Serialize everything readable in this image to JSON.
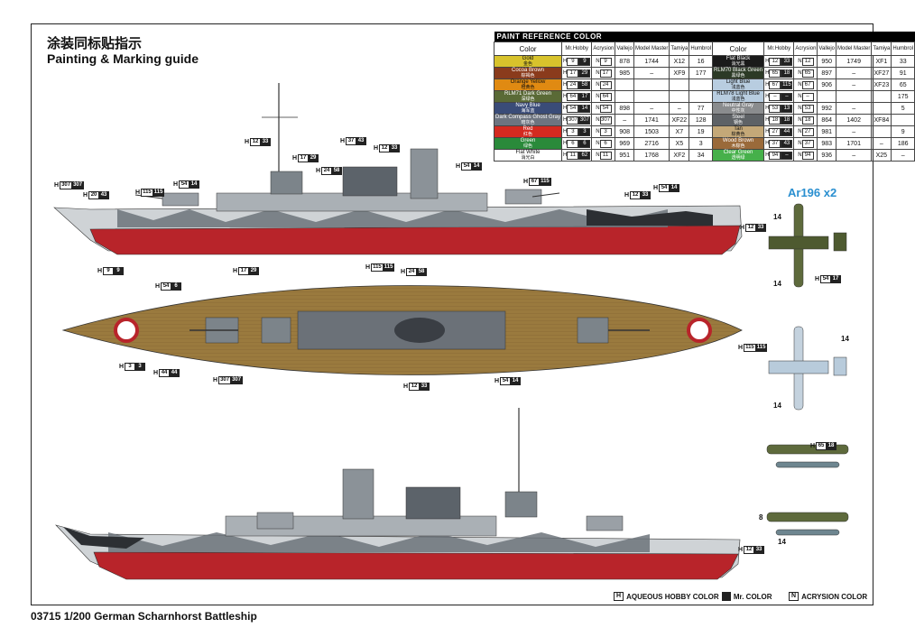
{
  "header": {
    "title_cn": "涂装同标贴指示",
    "title_en": "Painting & Marking guide"
  },
  "footer": {
    "title": "03715 1/200 German Scharnhorst Battleship",
    "legend": [
      {
        "key": "H",
        "label": "AQUEOUS HOBBY COLOR"
      },
      {
        "key": "",
        "label": "Mr. COLOR"
      },
      {
        "key": "N",
        "label": "ACRYSION COLOR"
      }
    ]
  },
  "paint_table": {
    "title": "PAINT  REFERENCE COLOR",
    "columns": [
      "Color",
      "Mr.Hobby",
      "Acrysion",
      "Vallejo",
      "Model Master",
      "Tamiya",
      "Humbrol"
    ],
    "colors": {
      "gold": "#d8c32c",
      "cocoa": "#8a3b1c",
      "orange": "#e08a12",
      "rlm71": "#5a6a36",
      "navy": "#3a4c78",
      "ghost": "#6d7480",
      "red": "#d42a20",
      "green": "#2a8a3a",
      "flatwhite": "#ffffff",
      "flatblack": "#1a1a1a",
      "rlm70": "#2c3a26",
      "lightblue": "#b8cde0",
      "neutral": "#8a8c8e",
      "steel": "#5e6266",
      "tan": "#c4a878",
      "wood": "#9a6a3a",
      "clear": "#46b04a",
      "black": "#000000"
    },
    "left_rows": [
      {
        "name": "Gold",
        "cn": "金色",
        "color": "gold",
        "mh1": "H",
        "mh2": "9",
        "mh3": "9",
        "acr": "N",
        "acr2": "9",
        "vallejo": "878",
        "mm": "1744",
        "tamiya": "X12",
        "humbrol": "16"
      },
      {
        "name": "Cocoa Brown",
        "cn": "棕褐色",
        "color": "cocoa",
        "mh1": "H",
        "mh2": "17",
        "mh3": "29",
        "acr": "N",
        "acr2": "17",
        "vallejo": "985",
        "mm": "–",
        "tamiya": "XF9",
        "humbrol": "177"
      },
      {
        "name": "Orange Yellow",
        "cn": "橙黄色",
        "color": "orange",
        "mh1": "H",
        "mh2": "24",
        "mh3": "58",
        "acr": "N",
        "acr2": "24",
        "vallejo": "",
        "mm": "",
        "tamiya": "",
        "humbrol": ""
      },
      {
        "name": "RLM71 Dark Green",
        "cn": "深绿色",
        "color": "rlm71",
        "mh1": "H",
        "mh2": "64",
        "mh3": "17",
        "acr": "N",
        "acr2": "64",
        "vallejo": "",
        "mm": "",
        "tamiya": "",
        "humbrol": ""
      },
      {
        "name": "Navy Blue",
        "cn": "海军蓝",
        "color": "navy",
        "mh1": "H",
        "mh2": "54",
        "mh3": "14",
        "acr": "N",
        "acr2": "54",
        "vallejo": "898",
        "mm": "–",
        "tamiya": "–",
        "humbrol": "77"
      },
      {
        "name": "Dark Compass Ghost Gray",
        "cn": "暗灰色",
        "color": "ghost",
        "mh1": "H",
        "mh2": "307",
        "mh3": "307",
        "acr": "N",
        "acr2": "307",
        "vallejo": "–",
        "mm": "1741",
        "tamiya": "XF22",
        "humbrol": "128"
      },
      {
        "name": "Red",
        "cn": "红色",
        "color": "red",
        "mh1": "H",
        "mh2": "3",
        "mh3": "3",
        "acr": "N",
        "acr2": "3",
        "vallejo": "908",
        "mm": "1503",
        "tamiya": "X7",
        "humbrol": "19"
      },
      {
        "name": "Green",
        "cn": "绿色",
        "color": "green",
        "mh1": "H",
        "mh2": "6",
        "mh3": "6",
        "acr": "N",
        "acr2": "6",
        "vallejo": "969",
        "mm": "2716",
        "tamiya": "X5",
        "humbrol": "3"
      },
      {
        "name": "Flat White",
        "cn": "消光白",
        "color": "flatwhite",
        "mh1": "H",
        "mh2": "11",
        "mh3": "62",
        "acr": "N",
        "acr2": "11",
        "vallejo": "951",
        "mm": "1768",
        "tamiya": "XF2",
        "humbrol": "34"
      }
    ],
    "right_rows": [
      {
        "name": "Flat Black",
        "cn": "消光黑",
        "color": "flatblack",
        "mh1": "H",
        "mh2": "12",
        "mh3": "33",
        "acr": "N",
        "acr2": "12",
        "vallejo": "950",
        "mm": "1749",
        "tamiya": "XF1",
        "humbrol": "33"
      },
      {
        "name": "RLM70 Black Green",
        "cn": "黑绿色",
        "color": "rlm70",
        "mh1": "H",
        "mh2": "65",
        "mh3": "18",
        "acr": "N",
        "acr2": "65",
        "vallejo": "897",
        "mm": "–",
        "tamiya": "XF27",
        "humbrol": "91"
      },
      {
        "name": "Light Blue",
        "cn": "浅蓝色",
        "color": "lightblue",
        "mh1": "H",
        "mh2": "67",
        "mh3": "115",
        "acr": "N",
        "acr2": "67",
        "vallejo": "906",
        "mm": "–",
        "tamiya": "XF23",
        "humbrol": "65"
      },
      {
        "name": "RLM78 Light Blue",
        "cn": "浅蓝色",
        "color": "lightblue",
        "mh1": "H",
        "mh2": "–",
        "mh3": "–",
        "acr": "N",
        "acr2": "–",
        "vallejo": "",
        "mm": "",
        "tamiya": "",
        "humbrol": "175"
      },
      {
        "name": "Neutral Gray",
        "cn": "中性灰",
        "color": "neutral",
        "mh1": "H",
        "mh2": "53",
        "mh3": "13",
        "acr": "N",
        "acr2": "53",
        "vallejo": "992",
        "mm": "–",
        "tamiya": "",
        "humbrol": "5"
      },
      {
        "name": "Steel",
        "cn": "钢色",
        "color": "steel",
        "mh1": "H",
        "mh2": "18",
        "mh3": "18",
        "acr": "N",
        "acr2": "18",
        "vallejo": "864",
        "mm": "1402",
        "tamiya": "XF84",
        "humbrol": ""
      },
      {
        "name": "Tan",
        "cn": "棕黄色",
        "color": "tan",
        "mh1": "H",
        "mh2": "27",
        "mh3": "44",
        "acr": "N",
        "acr2": "27",
        "vallejo": "981",
        "mm": "–",
        "tamiya": "",
        "humbrol": "9"
      },
      {
        "name": "Wood Brown",
        "cn": "木棕色",
        "color": "wood",
        "mh1": "H",
        "mh2": "37",
        "mh3": "43",
        "acr": "N",
        "acr2": "37",
        "vallejo": "983",
        "mm": "1701",
        "tamiya": "–",
        "humbrol": "186"
      },
      {
        "name": "Clear Green",
        "cn": "透明绿",
        "color": "clear",
        "mh1": "H",
        "mh2": "94",
        "mh3": "–",
        "acr": "N",
        "acr2": "94",
        "vallejo": "936",
        "mm": "–",
        "tamiya": "X25",
        "humbrol": "–"
      }
    ]
  },
  "aircraft": {
    "title": "Ar196 x2",
    "labels": [
      "14",
      "14",
      "14",
      "14",
      "8",
      "14"
    ]
  },
  "callouts": [
    {
      "a": "307",
      "b": "307"
    },
    {
      "a": "20",
      "b": "43"
    },
    {
      "a": "115",
      "b": "115"
    },
    {
      "a": "54",
      "b": "14"
    },
    {
      "a": "12",
      "b": "33"
    },
    {
      "a": "37",
      "b": "43"
    },
    {
      "a": "12",
      "b": "33"
    },
    {
      "a": "17",
      "b": "29"
    },
    {
      "a": "24",
      "b": "58"
    },
    {
      "a": "67",
      "b": "115"
    },
    {
      "a": "54",
      "b": "14"
    },
    {
      "a": "54",
      "b": "14"
    },
    {
      "a": "12",
      "b": "33"
    },
    {
      "a": "12",
      "b": "33"
    },
    {
      "a": "17",
      "b": "29"
    },
    {
      "a": "9",
      "b": "9"
    },
    {
      "a": "115",
      "b": "115"
    },
    {
      "a": "24",
      "b": "58"
    },
    {
      "a": "54",
      "b": "6"
    },
    {
      "a": "3",
      "b": "3"
    },
    {
      "a": "44",
      "b": "44"
    },
    {
      "a": "307",
      "b": "307"
    },
    {
      "a": "12",
      "b": "33"
    },
    {
      "a": "54",
      "b": "14"
    },
    {
      "a": "65",
      "b": "18"
    },
    {
      "a": "54",
      "b": "17"
    },
    {
      "a": "115",
      "b": "115"
    },
    {
      "a": "12",
      "b": "33"
    }
  ]
}
